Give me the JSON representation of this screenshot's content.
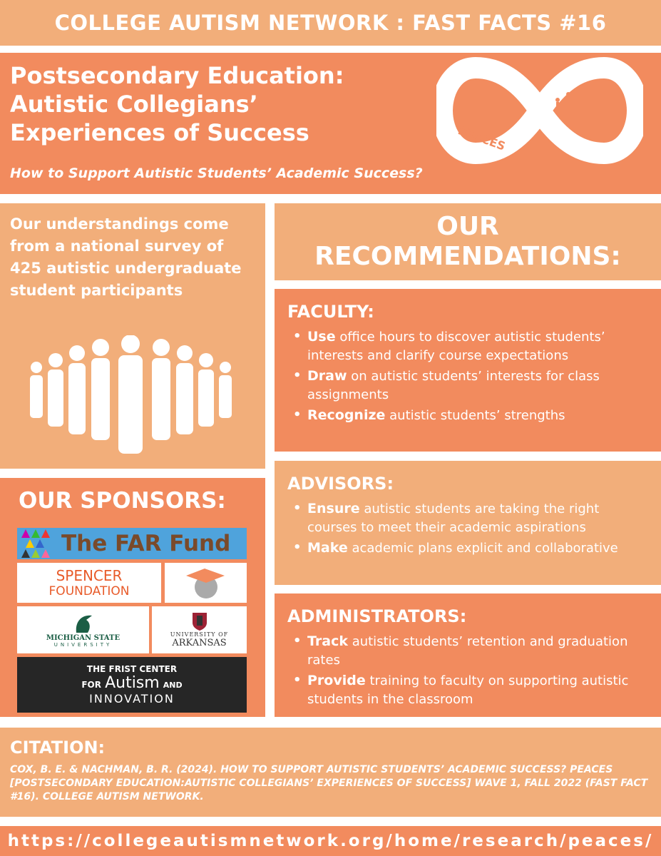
{
  "header": "COLLEGE AUTISM NETWORK : FAST FACTS #16",
  "title": {
    "lines": [
      "Postsecondary Education:",
      "Autistic Collegians’",
      "Experiences of Success"
    ],
    "subtitle": "How to Support Autistic Students’ Academic Success?",
    "logo_text": "PEACES"
  },
  "survey": "Our understandings come from a national survey of 425 autistic undergraduate student participants",
  "sponsors": {
    "heading": "OUR SPONSORS:",
    "far": "The FAR Fund",
    "spencer": [
      "SPENCER",
      "FOUNDATION"
    ],
    "msu": [
      "MICHIGAN STATE",
      "UNIVERSITY"
    ],
    "ua": [
      "UNIVERSITY OF",
      "ARKANSAS"
    ],
    "frist": [
      "THE FRIST CENTER",
      "FOR",
      "Autism",
      "AND",
      "INNOVATION"
    ]
  },
  "recommendations": {
    "heading": [
      "OUR",
      "RECOMMENDATIONS:"
    ],
    "faculty": {
      "title": "FACULTY:",
      "items": [
        {
          "verb": "Use",
          "rest": " office hours to discover autistic students’ interests and clarify course expectations"
        },
        {
          "verb": "Draw",
          "rest": " on autistic students’ interests for class assignments"
        },
        {
          "verb": "Recognize",
          "rest": " autistic students’ strengths"
        }
      ]
    },
    "advisors": {
      "title": "ADVISORS:",
      "items": [
        {
          "verb": "Ensure",
          "rest": " autistic students are taking the right courses to meet their academic aspirations"
        },
        {
          "verb": "Make",
          "rest": " academic plans explicit and collaborative"
        }
      ]
    },
    "administrators": {
      "title": "ADMINISTRATORS:",
      "items": [
        {
          "verb": "Track",
          "rest": " autistic students’ retention and graduation rates"
        },
        {
          "verb": "Provide",
          "rest": " training to faculty on supporting autistic students in the classroom"
        }
      ]
    }
  },
  "citation": {
    "heading": "CITATION:",
    "text": "COX, B. E. & NACHMAN, B. R. (2024). HOW TO SUPPORT AUTISTIC STUDENTS’ ACADEMIC SUCCESS? PEACES [POSTSECONDARY EDUCATION:AUTISTIC COLLEGIANS’ EXPERIENCES OF SUCCESS] WAVE 1, FALL 2022 (FAST FACT #16). COLLEGE AUTISM NETWORK."
  },
  "url": "https://collegeautismnetwork.org/home/research/peaces/"
}
